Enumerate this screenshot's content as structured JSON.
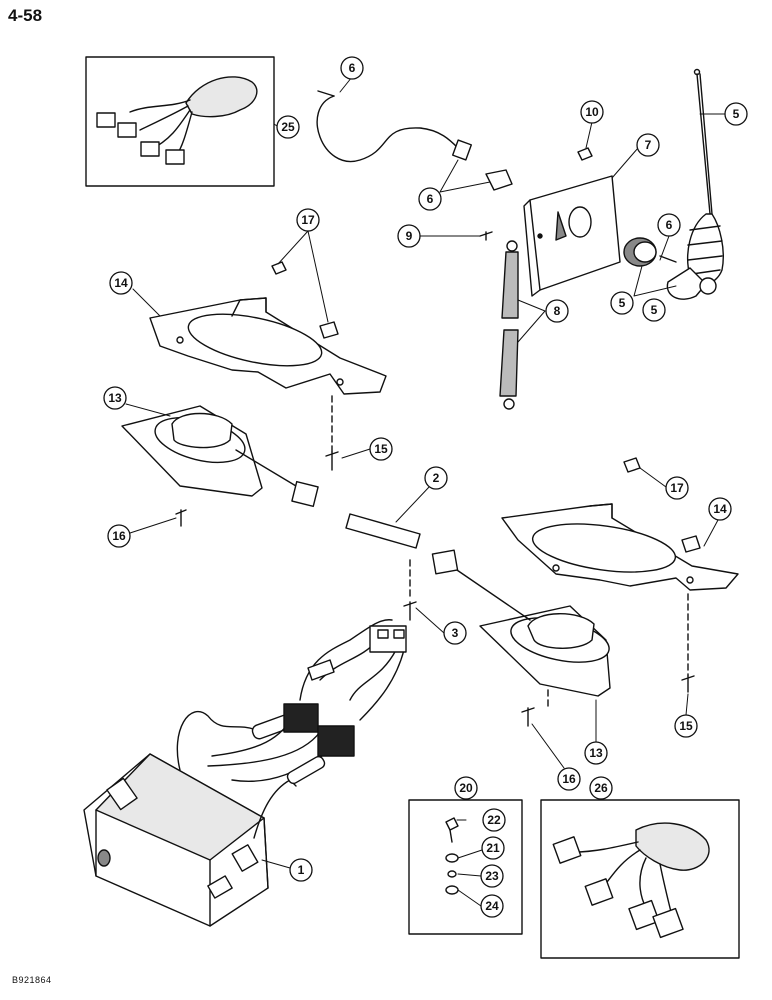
{
  "page_number": "4-58",
  "document_code": "B921864",
  "callouts": [
    "25",
    "6",
    "6",
    "10",
    "7",
    "5",
    "6",
    "5",
    "5",
    "9",
    "8",
    "17",
    "14",
    "13",
    "15",
    "16",
    "2",
    "17",
    "14",
    "3",
    "15",
    "13",
    "16",
    "1",
    "20",
    "22",
    "21",
    "23",
    "24",
    "26"
  ]
}
